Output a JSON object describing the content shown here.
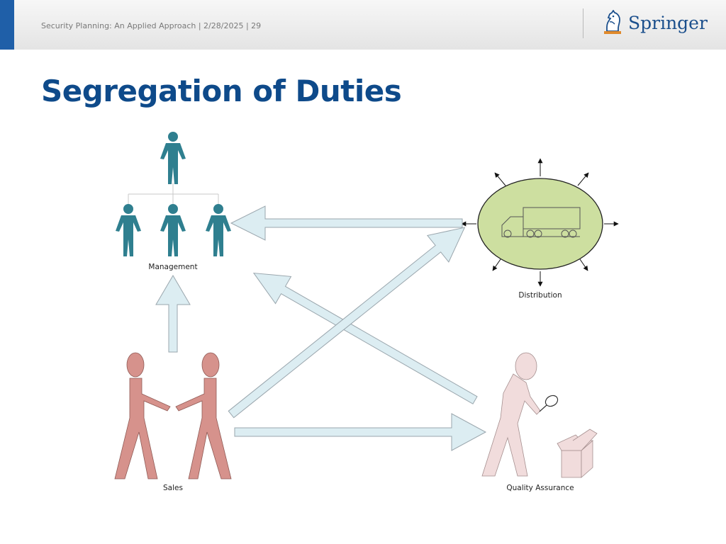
{
  "header": {
    "footer_text": "Security Planning: An Applied Approach | 2/28/2025 | 29",
    "logo_text": "Springer",
    "accent_color": "#1f5fa8"
  },
  "slide": {
    "title": "Segregation of Duties"
  },
  "diagram": {
    "nodes": {
      "management": {
        "label": "Management",
        "icon": "org-chart-people-icon",
        "color": "#2f7f8f"
      },
      "distribution": {
        "label": "Distribution",
        "icon": "delivery-truck-icon",
        "color": "#cddfa0"
      },
      "sales": {
        "label": "Sales",
        "icon": "handshake-people-icon",
        "color": "#d6928c"
      },
      "quality_assurance": {
        "label": "Quality Assurance",
        "icon": "inspector-magnifier-icon",
        "color": "#f1dcdc"
      }
    },
    "arrow_color": "#dcedf2"
  }
}
